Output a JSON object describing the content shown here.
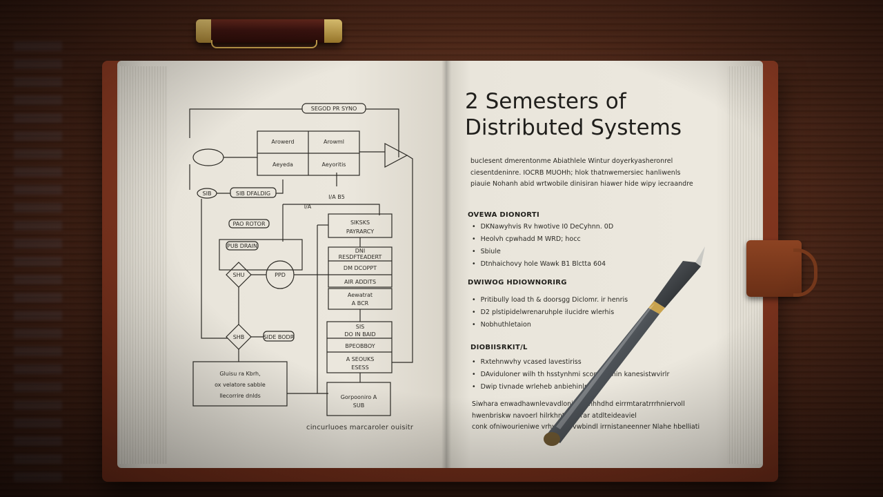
{
  "scene": {
    "description_colors": {
      "wood": "#4a2517",
      "cover": "#7a331d",
      "paper": "#ebe7dd",
      "ink": "#2a2924"
    }
  },
  "left_page": {
    "diagram_labels": {
      "top_label": "SEGOD PR SYNO",
      "box_a1": "Arowerd",
      "box_a2": "Arowml",
      "box_b1": "Aeyeda",
      "box_b2": "Aeyoritis",
      "small_left": "SIB",
      "mid_arrow_label": "SIB DFALDIG",
      "mid_tick": "I/A",
      "mid_right_label": "I/A B5",
      "p_label": "PAO ROTOR",
      "stack_top_1": "SIKSKS",
      "stack_top_2": "PAYRARCY",
      "dec_label": "PUB DRAIN",
      "diamond_1": "SHU",
      "circle_1": "PPD",
      "stack_mid_1": "DNI",
      "stack_mid_2": "RESDFTEADERT",
      "stack_mid_3": "DM DCOPPT",
      "stack_mid_4": "AIR ADDITS",
      "stack_mid_5": "Aewatrat",
      "stack_mid_6": "A BCR",
      "stack_low_1": "SIS",
      "stack_low_2": "DO IN BAID",
      "stack_low_3": "BPEOBBOY",
      "stack_low_4": "A SEOUKS",
      "stack_low_5": "ESESS",
      "diamond_2": "SHB",
      "side_label": "SIDE BODR",
      "bottom_left_1": "Gluisu ra Kbrh,",
      "bottom_left_2": "ox velatore sabble",
      "bottom_left_3": "llecorrire dnlds",
      "bottom_right_1": "Gorpooniro A",
      "bottom_right_2": "SUB"
    },
    "caption": "cincurluoes marcaroler ouisitr"
  },
  "right_page": {
    "title_line1": "2 Semesters of",
    "title_line2": "Distributed Systems",
    "intro": [
      "buclesent dmerentonme Abiathlele Wintur doyerkyasheronrel",
      "ciesentdeninre. IOCRB MUOHh; hlok thatnwemersiec hanliwenls",
      "piauie Nohanh abid wrtwobile dinisiran hiawer hide wipy iecraandre"
    ],
    "section1": {
      "heading": "OVEWA DIONORTI",
      "items": [
        "DKNawyhvis Rv hwotive I0 DeCyhnn. 0D",
        "Heolvh cpwhadd M WRD; hocc",
        "Sbiule",
        "Dtnhaichovy hole Wawk B1 Blctta 604"
      ]
    },
    "section2": {
      "heading": "DWIWOG HDIOWNORIRG",
      "items": [
        "Pritibully load th & doorsgg Diclomr. ir henris",
        "D2 plstipidelwrenaruhple ilucidre wlerhis",
        "Nobhuthletaion"
      ]
    },
    "section3": {
      "heading": "DIOBIISRKIT/L",
      "items": [
        "Rxtehnwvhy vcased lavestiriss",
        "DAviduloner wilh th hsstynhmi sconnesthin kanesistwvirlr",
        "Dwip tivnade wrleheb anbiehinlnot"
      ]
    },
    "outro": [
      "Siwhara enwadhawnlevavdloniverr hhhdhd eirrmtaratrrrhniervoll",
      "hwenbriskw navoerl hilrkhntowlrirar atdlteideaviel",
      "conk ofniwourieniwe vrhvlhodrvwbindl irrnistaneenner Nlahe hbelliatior"
    ]
  }
}
